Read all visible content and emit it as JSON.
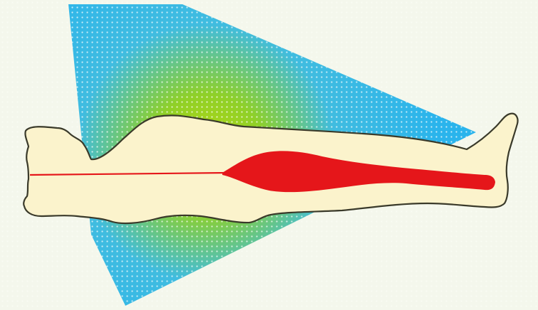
{
  "figure": {
    "background_color": "#f4f7ec",
    "dot_pattern_color": "#ffffff",
    "beam_edge_color": "#2ab4ec",
    "beam_center_color": "#8fd028",
    "body_fill_color": "#fbf3cc",
    "body_outline_color": "#3a3a2a",
    "signal_color": "#e5161a",
    "elements": [
      "beam-fan",
      "patient-body-outline",
      "radiation-intensity-profile"
    ]
  }
}
